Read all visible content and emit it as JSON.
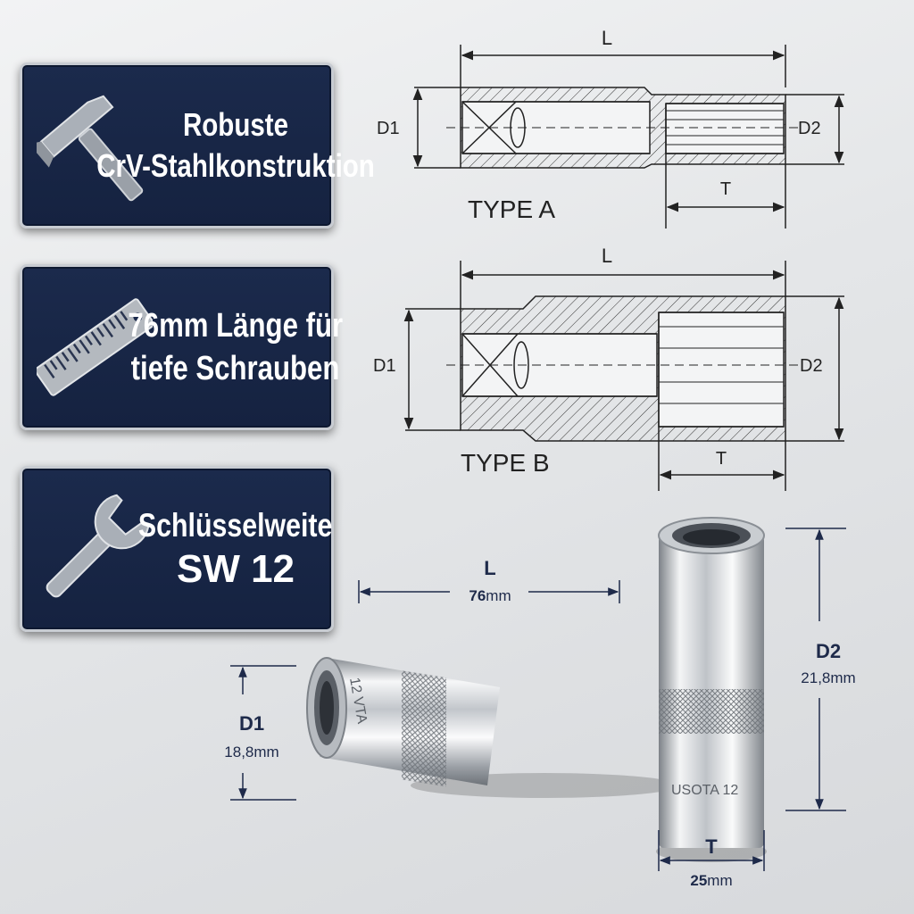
{
  "features": [
    {
      "icon": "hammer-icon",
      "lines": [
        "Robuste",
        "CrV-Stahlkonstruktion"
      ]
    },
    {
      "icon": "ruler-icon",
      "lines": [
        "76mm Länge für",
        "tiefe Schrauben"
      ]
    },
    {
      "icon": "wrench-icon",
      "lines": [
        "Schlüsselweite",
        "SW 12"
      ]
    }
  ],
  "type_a": {
    "label": "TYPE A",
    "L": "L",
    "D1": "D1",
    "D2": "D2",
    "T": "T"
  },
  "type_b": {
    "label": "TYPE B",
    "L": "L",
    "D1": "D1",
    "D2": "D2",
    "T": "T"
  },
  "dimensions": {
    "L": {
      "label": "L",
      "value": "76",
      "unit": "mm"
    },
    "D1": {
      "label": "D1",
      "value": "18,8",
      "unit": "mm"
    },
    "D2": {
      "label": "D2",
      "value": "21,8",
      "unit": "mm"
    },
    "T": {
      "label": "T",
      "value": "25",
      "unit": "mm"
    }
  },
  "engravings": {
    "socket_a": "12 VTA",
    "socket_b": "USOTA 12"
  },
  "colors": {
    "panel": "#1b2a4c",
    "panel_border": "#c8ccd2",
    "dimension": "#1e2a4a",
    "line": "#222222"
  }
}
